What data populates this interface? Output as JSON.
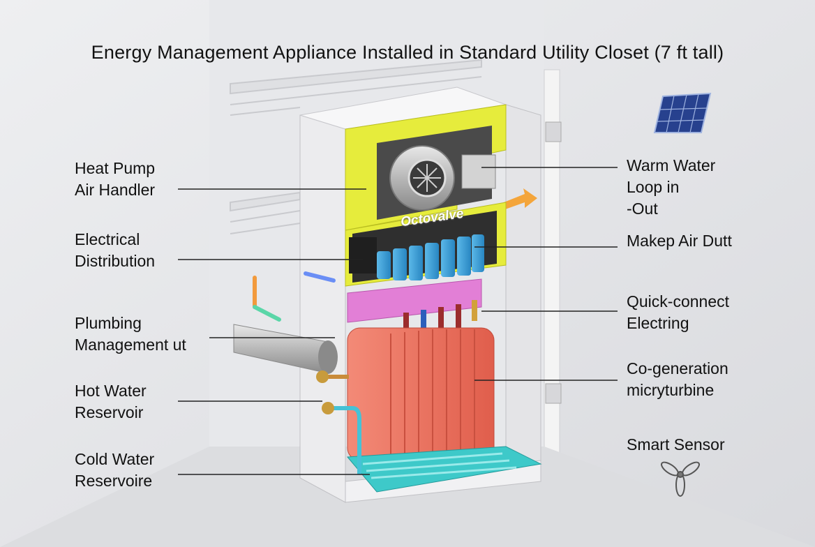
{
  "title": "Energy Management Appliance Installed in Standard Utility Closet (7 ft tall)",
  "brand": "Octovalve",
  "labels_left": [
    {
      "id": "heat-pump",
      "lines": [
        "Heat Pump",
        "Air Handler"
      ]
    },
    {
      "id": "electrical",
      "lines": [
        "Electrical",
        "Distribution"
      ]
    },
    {
      "id": "plumbing",
      "lines": [
        "Plumbing",
        "Management ut"
      ]
    },
    {
      "id": "hot-water",
      "lines": [
        "Hot Water",
        "Reservoir"
      ]
    },
    {
      "id": "cold-water",
      "lines": [
        "Cold Water",
        "Reservoire"
      ]
    }
  ],
  "labels_right": [
    {
      "id": "warm-water",
      "lines": [
        "Warm Water",
        "Loop in",
        "-Out"
      ]
    },
    {
      "id": "makeup-air",
      "lines": [
        "Makep Air Dutt"
      ]
    },
    {
      "id": "quick-connect",
      "lines": [
        "Quick-connect",
        "Electring"
      ]
    },
    {
      "id": "cogeneration",
      "lines": [
        "Co-generation",
        "micryturbine"
      ]
    },
    {
      "id": "smart-sensor",
      "lines": [
        "Smart Sensor"
      ]
    }
  ],
  "icons": [
    "solar-panel-icon",
    "smart-sensor-icon"
  ],
  "colors": {
    "housing_yellow": "#e6ec3c",
    "battery_blue": "#3a9fd6",
    "manifold_pink": "#e27fd6",
    "reservoir_coral": "#ee7360",
    "base_cyan": "#3ec9c9"
  }
}
